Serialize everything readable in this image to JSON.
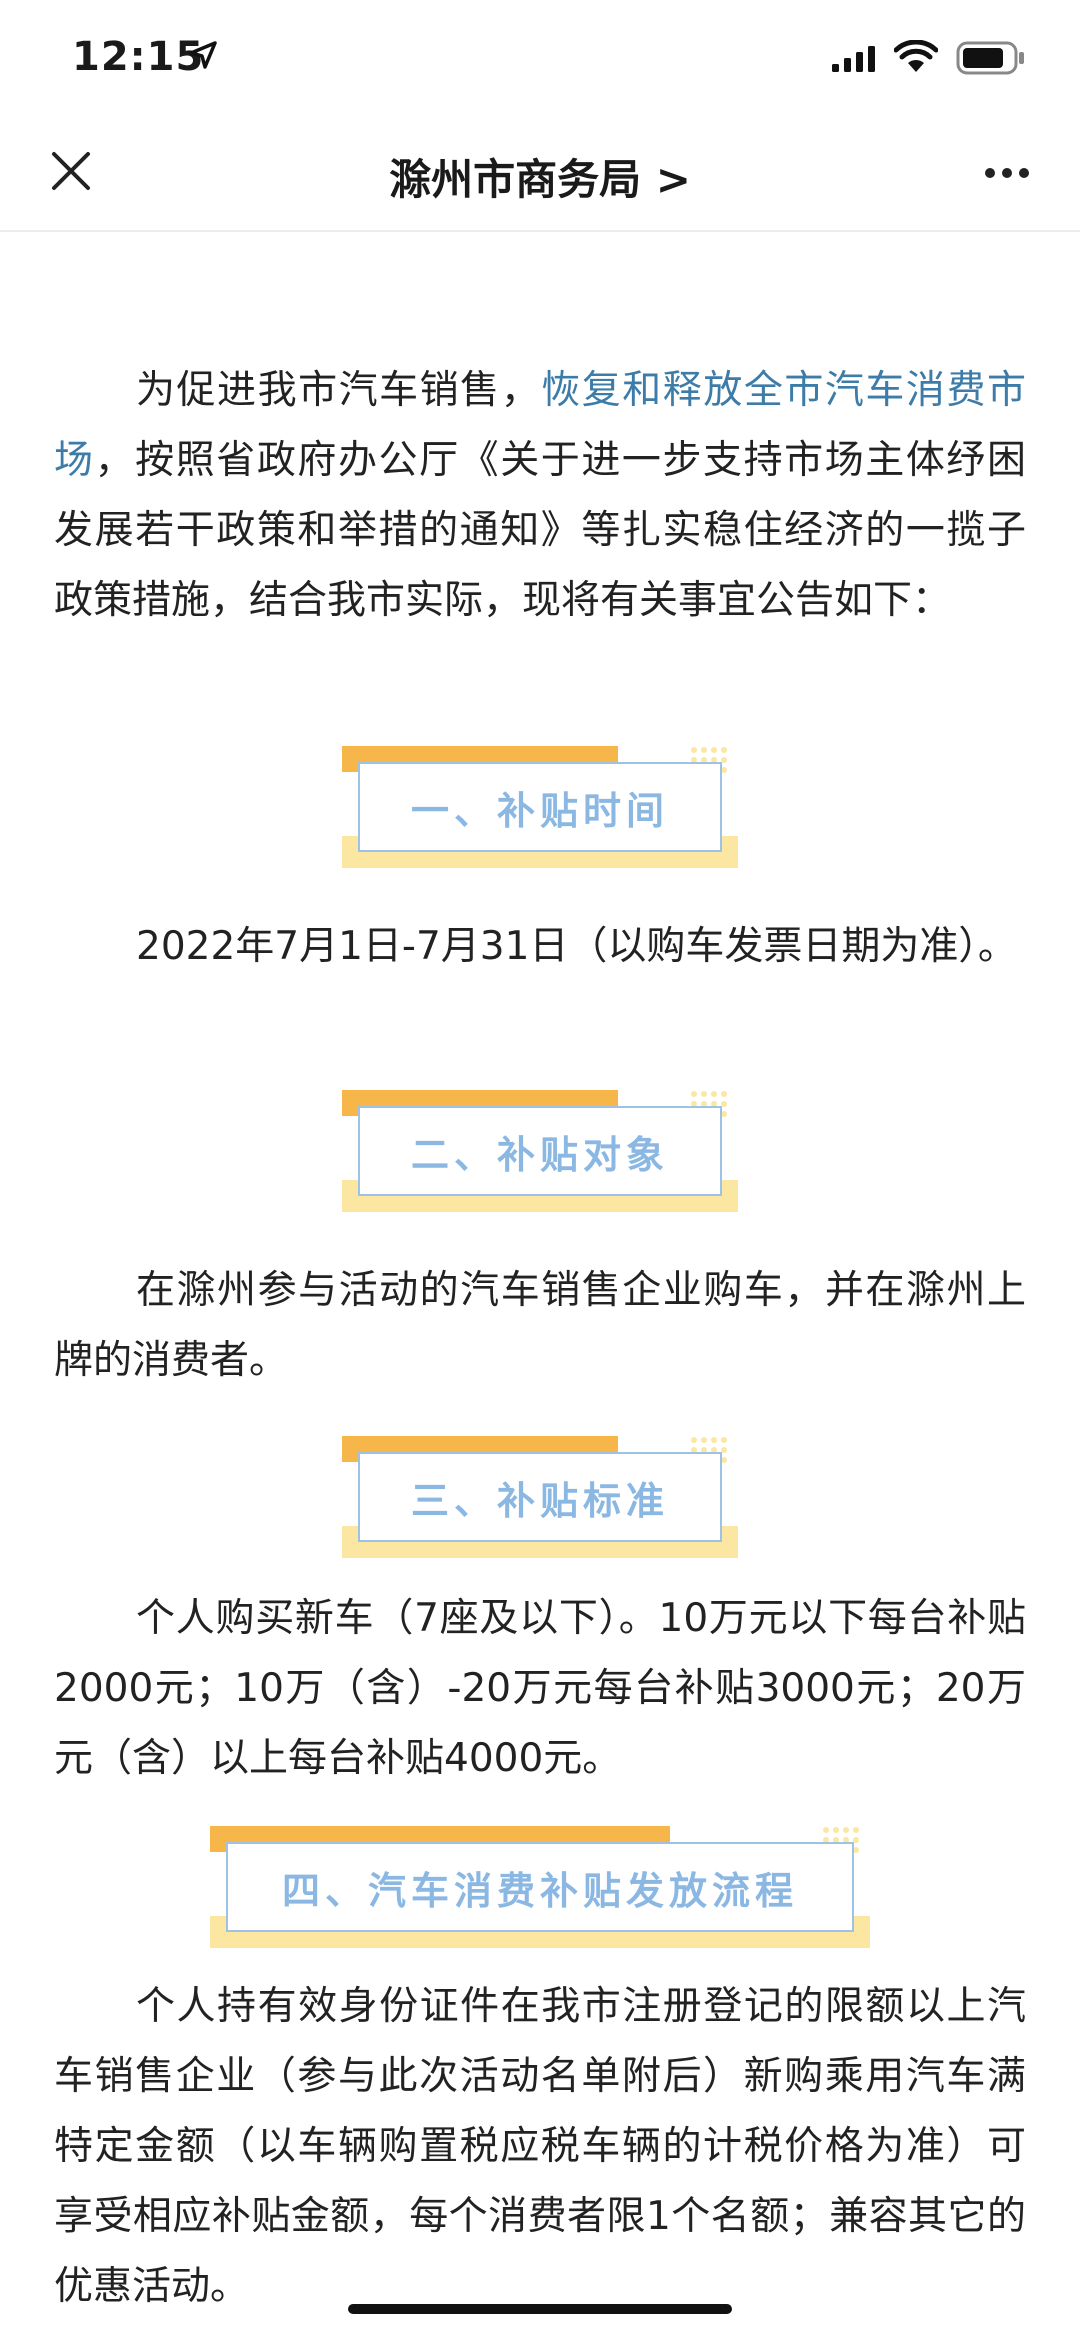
{
  "status": {
    "time": "12:15"
  },
  "nav": {
    "title": "滁州市商务局 >"
  },
  "intro": {
    "before": "为促进我市汽车销售，",
    "link": "恢复和释放全市汽车消费市场",
    "after": "，按照省政府办公厅《关于进一步支持市场主体纾困发展若干政策和举措的通知》等扎实稳住经济的一揽子政策措施，结合我市实际，现将有关事宜公告如下："
  },
  "sections": [
    {
      "heading": "一、补贴时间",
      "body": "2022年7月1日-7月31日（以购车发票日期为准）。"
    },
    {
      "heading": "二、补贴对象",
      "body": "在滁州参与活动的汽车销售企业购车，并在滁州上牌的消费者。"
    },
    {
      "heading": "三、补贴标准",
      "body": "个人购买新车（7座及以下）。10万元以下每台补贴2000元；10万（含）-20万元每台补贴3000元；20万元（含）以上每台补贴4000元。"
    },
    {
      "heading": "四、汽车消费补贴发放流程",
      "body": "个人持有效身份证件在我市注册登记的限额以上汽车销售企业（参与此次活动名单附后）新购乘用汽车满特定金额（以车辆购置税应税车辆的计税价格为准）可享受相应补贴金额，每个消费者限1个名额；兼容其它的优惠活动。"
    }
  ],
  "colors": {
    "link": "#3d7ca8",
    "heading_text": "#8bb7e3",
    "heading_border": "#9ec2e6",
    "accent_orange": "#f6b64a",
    "accent_yellow": "#fbe7a2"
  },
  "icons": [
    "location-arrow-icon",
    "cellular-signal-icon",
    "wifi-icon",
    "battery-icon",
    "close-icon",
    "more-icon"
  ]
}
